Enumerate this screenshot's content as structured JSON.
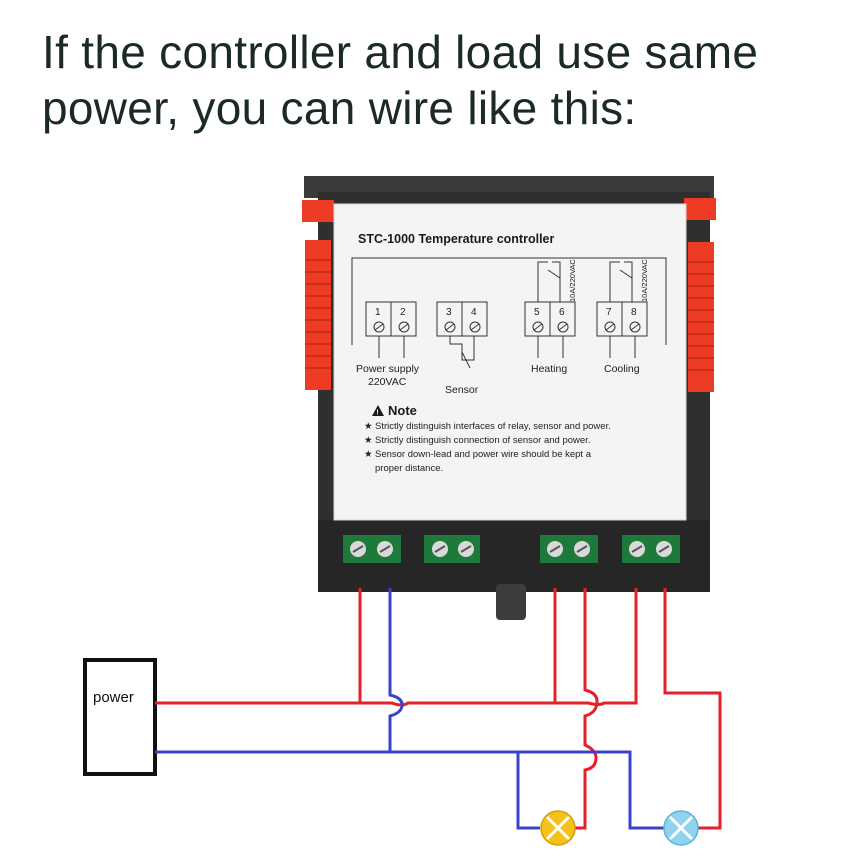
{
  "heading": {
    "line1": "If the controller and load use same",
    "line2": "power, you can wire like this:"
  },
  "label": {
    "title": "STC-1000 Temperature controller",
    "terminals": [
      "1",
      "2",
      "3",
      "4",
      "5",
      "6",
      "7",
      "8"
    ],
    "relay_rating_heating": "10A/220VAC",
    "relay_rating_cooling": "10A/220VAC",
    "groups": {
      "power_supply": "Power supply",
      "voltage": "220VAC",
      "sensor": "Sensor",
      "heating": "Heating",
      "cooling": "Cooling"
    },
    "note_title": "Note",
    "notes": [
      "Strictly distinguish interfaces of relay, sensor and power.",
      "Strictly distinguish connection of sensor and power.",
      "Sensor down-lead and power wire should be kept a",
      "proper distance."
    ]
  },
  "power_box": {
    "label": "power"
  },
  "colors": {
    "live_wire": "#e5202a",
    "neutral_wire": "#3a43c8",
    "device_body": "#2e2e2e",
    "clip": "#ee3b24",
    "terminal_green": "#1e7a3a",
    "heading_text": "#1b2a24",
    "heating_lamp": "#f4c21a",
    "cooling_lamp": "#8fd3ee"
  }
}
